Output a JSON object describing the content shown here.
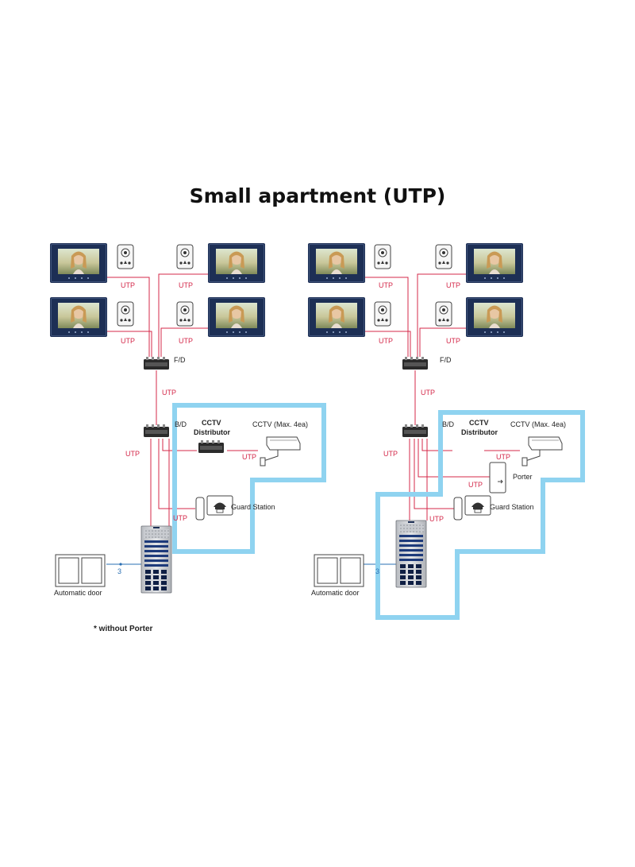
{
  "title": "Small apartment (UTP)",
  "colors": {
    "cable_utp": "#d4294a",
    "cable_door": "#2a6fb3",
    "zone_outline": "#8fd3f0",
    "monitor_frame": "#1d2f55"
  },
  "icons": [
    "video-monitor-icon",
    "entry-sensor-icon",
    "distributor-icon",
    "cctv-camera-icon",
    "guard-station-icon",
    "door-panel-icon",
    "automatic-door-icon",
    "porter-icon"
  ],
  "labels": {
    "utp": "UTP",
    "fd": "F/D",
    "bd": "B/D",
    "cctv_line1": "CCTV",
    "cctv_line2": "Distributor",
    "cctv_camera": "CCTV (Max. 4ea)",
    "guard_station": "Guard Station",
    "porter": "Porter",
    "automatic_door": "Automatic door",
    "door_wire_count": "3",
    "note_without_porter": "* without Porter"
  }
}
